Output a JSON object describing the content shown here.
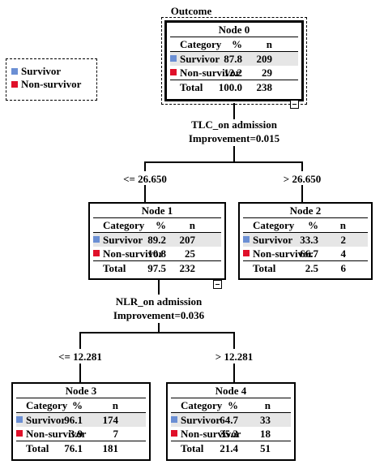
{
  "title": "Outcome",
  "legend": [
    {
      "label": "Survivor",
      "color": "#6b8fd4"
    },
    {
      "label": "Non-survivor",
      "color": "#e0102a"
    }
  ],
  "table_headers": {
    "category": "Category",
    "pct": "%",
    "n": "n"
  },
  "total_label": "Total",
  "nodes": {
    "n0": {
      "title": "Node 0",
      "rows": [
        {
          "category": "Survivor",
          "pct": "87.8",
          "n": "209"
        },
        {
          "category": "Non-survivor",
          "pct": "12.2",
          "n": "29"
        }
      ],
      "total": {
        "pct": "100.0",
        "n": "238"
      }
    },
    "n1": {
      "title": "Node 1",
      "rows": [
        {
          "category": "Survivor",
          "pct": "89.2",
          "n": "207"
        },
        {
          "category": "Non-survivor",
          "pct": "10.8",
          "n": "25"
        }
      ],
      "total": {
        "pct": "97.5",
        "n": "232"
      }
    },
    "n2": {
      "title": "Node 2",
      "rows": [
        {
          "category": "Survivor",
          "pct": "33.3",
          "n": "2"
        },
        {
          "category": "Non-survivor",
          "pct": "66.7",
          "n": "4"
        }
      ],
      "total": {
        "pct": "2.5",
        "n": "6"
      }
    },
    "n3": {
      "title": "Node 3",
      "rows": [
        {
          "category": "Survivor",
          "pct": "96.1",
          "n": "174"
        },
        {
          "category": "Non-survivor",
          "pct": "3.9",
          "n": "7"
        }
      ],
      "total": {
        "pct": "76.1",
        "n": "181"
      }
    },
    "n4": {
      "title": "Node 4",
      "rows": [
        {
          "category": "Survivor",
          "pct": "64.7",
          "n": "33"
        },
        {
          "category": "Non-survivor",
          "pct": "35.3",
          "n": "18"
        }
      ],
      "total": {
        "pct": "21.4",
        "n": "51"
      }
    }
  },
  "splits": {
    "s1": {
      "variable": "TLC_on admission",
      "improvement": "Improvement=0.015",
      "left": "<= 26.650",
      "right": "> 26.650"
    },
    "s2": {
      "variable": "NLR_on admission",
      "improvement": "Improvement=0.036",
      "left": "<= 12.281",
      "right": "> 12.281"
    }
  }
}
